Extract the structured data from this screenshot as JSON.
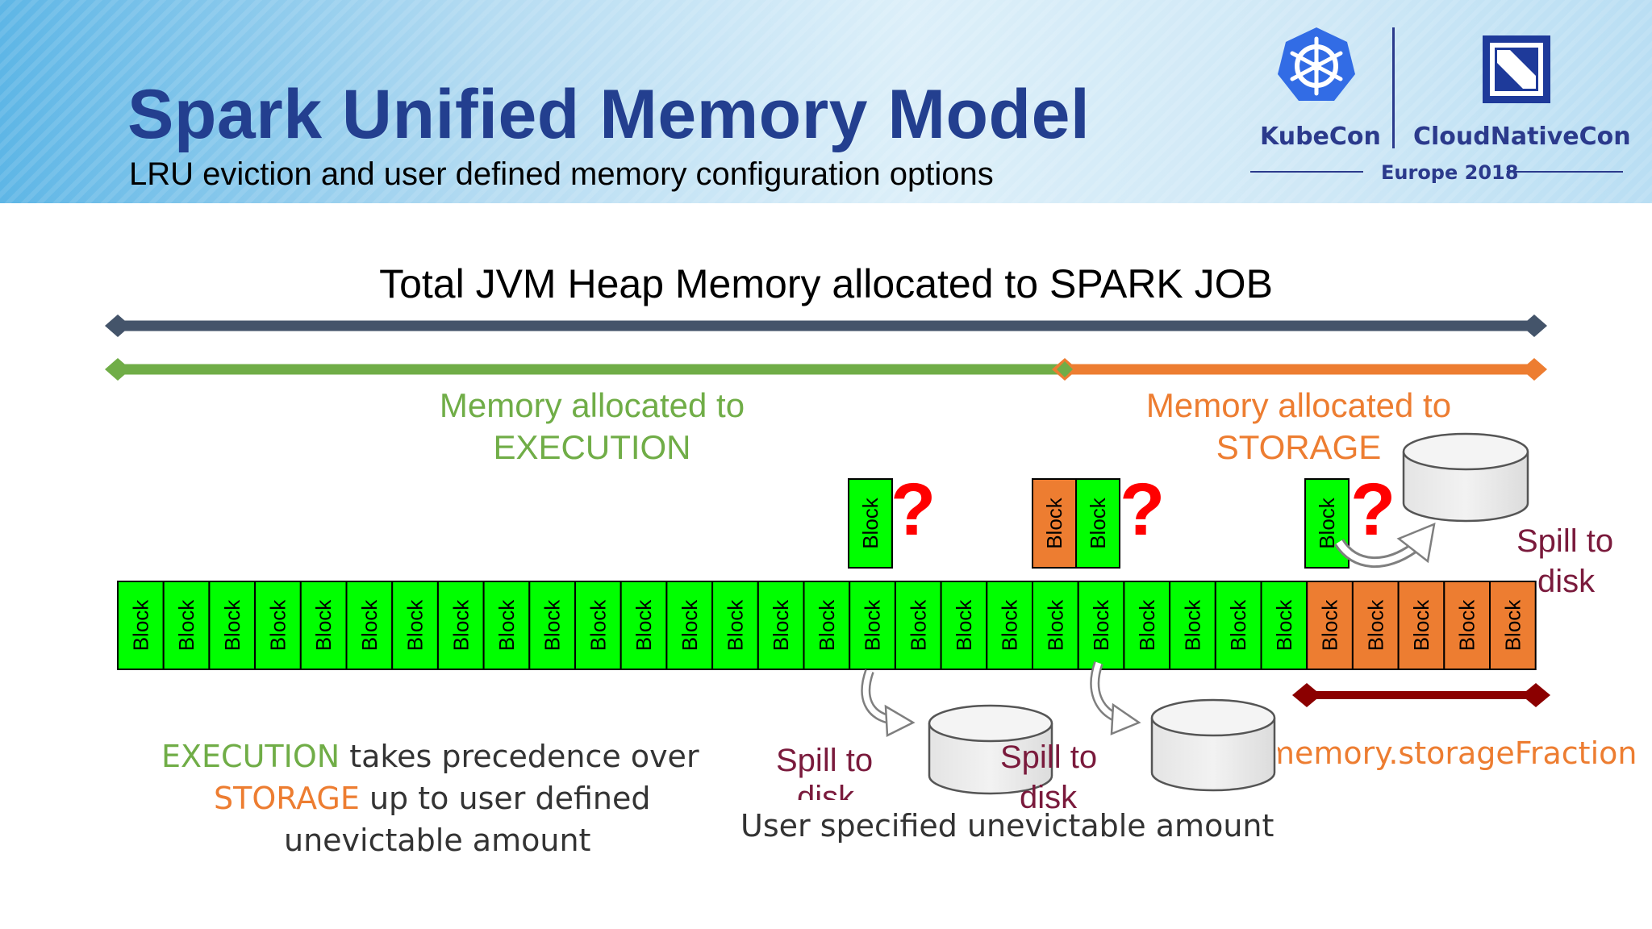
{
  "header": {
    "title": "Spark Unified Memory Model",
    "subtitle": "LRU eviction and user defined memory configuration options",
    "logo_left": "KubeCon",
    "logo_right": "CloudNativeCon",
    "logo_event": "Europe 2018"
  },
  "diagram": {
    "heading": "Total JVM Heap Memory allocated to SPARK JOB",
    "execution_label_1": "Memory allocated to",
    "execution_label_2": "EXECUTION",
    "storage_label_1": "Memory allocated to",
    "storage_label_2": "STORAGE",
    "block_label": "Block",
    "question_mark": "?",
    "spill_1": "Spill to",
    "spill_2": "disk",
    "storage_fraction": "memory.storageFraction",
    "unevictable": "User specified unevictable amount",
    "caption": {
      "word_execution": "EXECUTION",
      "part_1": " takes precedence over",
      "word_storage": "STORAGE",
      "part_2": " up to user defined",
      "line_3": "unevictable amount"
    },
    "colors": {
      "heap_bar": "#44546a",
      "execution": "#70ad47",
      "storage": "#ed7d31",
      "block_green": "#00ff00",
      "question": "#ff0000",
      "fraction_bar": "#8b0000",
      "spill_text": "#7a1a3c",
      "title_blue": "#233f8f"
    },
    "blocks": {
      "total": 31,
      "orange_from_index": 26
    }
  }
}
